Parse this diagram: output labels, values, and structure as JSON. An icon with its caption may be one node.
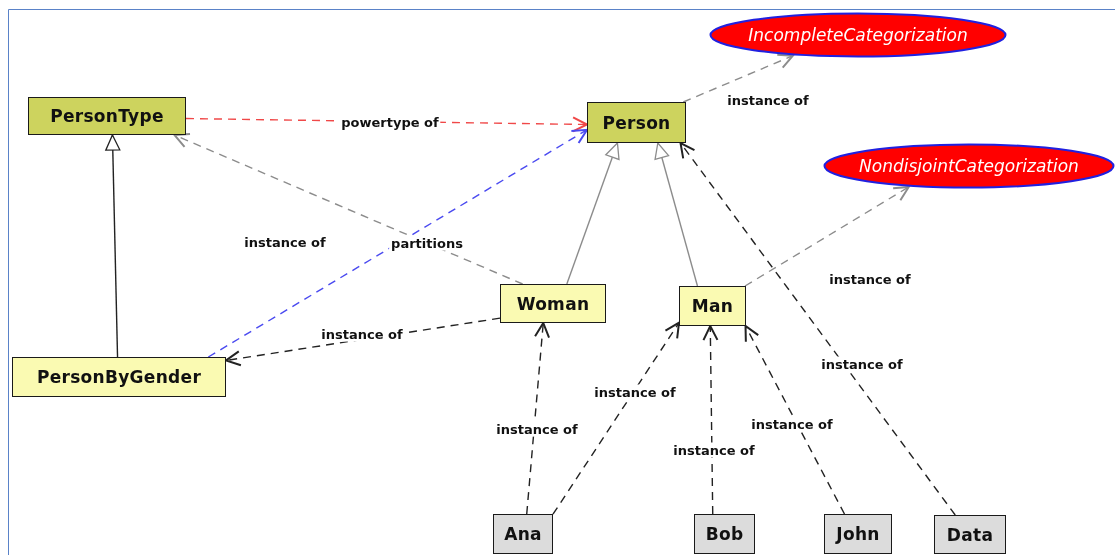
{
  "diagram": {
    "nodes": [
      {
        "text": [
          "PersonType"
        ]
      },
      {
        "text": [
          "Person"
        ]
      },
      {
        "text": [
          "IncompleteCategorization"
        ]
      },
      {
        "text": [
          "NondisjointCategorization"
        ]
      },
      {
        "text": [
          "Woman"
        ]
      },
      {
        "text": [
          "Man"
        ]
      },
      {
        "text": [
          "PersonByGender"
        ]
      },
      {
        "text": [
          "Ana"
        ]
      },
      {
        "text": [
          "Bob"
        ]
      },
      {
        "text": [
          "John"
        ]
      },
      {
        "text": [
          "Data"
        ]
      }
    ],
    "edges": [
      {
        "from": 0,
        "to": 1,
        "arrow": "to",
        "label": "powertype of",
        "style": "dashed",
        "color": "#f04848"
      },
      {
        "from": 1,
        "to": 2,
        "arrow": "to",
        "label": "instance of",
        "style": "dashed",
        "color": "#8c8c8c"
      },
      {
        "from": 6,
        "to": 0,
        "arrow": "to"
      },
      {
        "from": 4,
        "to": 1,
        "arrow": "to",
        "color": "#8c8c8c"
      },
      {
        "from": 5,
        "to": 1,
        "arrow": "to",
        "color": "#8c8c8c"
      },
      {
        "from": 4,
        "to": 0,
        "arrow": "to",
        "label": "instance of",
        "style": "dashed",
        "color": "#8c8c8c"
      },
      {
        "from": 6,
        "to": 1,
        "arrow": "to",
        "label": "partitions",
        "style": "dashed",
        "color": "#4a4af0"
      },
      {
        "from": 4,
        "to": 6,
        "arrow": "to",
        "label": "instance of",
        "style": "dashed"
      },
      {
        "from": 5,
        "to": 3,
        "arrow": "to",
        "label": "instance of",
        "style": "dashed",
        "color": "#8c8c8c"
      },
      {
        "from": 10,
        "to": 1,
        "arrow": "to",
        "label": "instance of",
        "style": "dashed"
      },
      {
        "from": 7,
        "to": 4,
        "arrow": "to",
        "label": "instance of",
        "style": "dashed"
      },
      {
        "from": 7,
        "to": 5,
        "arrow": "to",
        "label": "instance of",
        "style": "dashed"
      },
      {
        "from": 8,
        "to": 5,
        "arrow": "to",
        "label": "instance of",
        "style": "dashed"
      },
      {
        "from": 9,
        "to": 5,
        "arrow": "to",
        "label": "instance of",
        "style": "dashed"
      }
    ]
  }
}
